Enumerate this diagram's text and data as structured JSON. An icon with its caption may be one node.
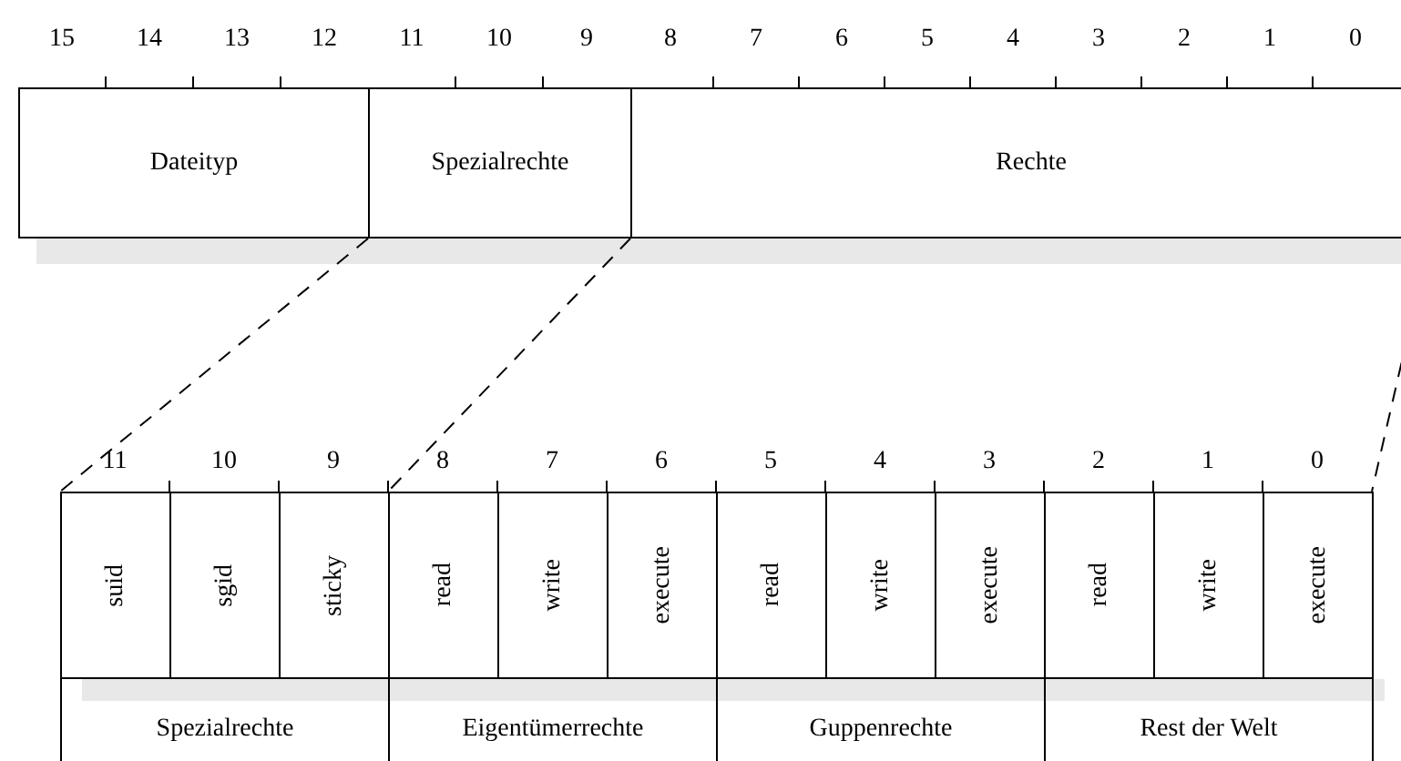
{
  "diagram": {
    "nodes": [
      {
        "text": [
          "Dateityp"
        ]
      },
      {
        "text": [
          "Spezialrechte"
        ]
      },
      {
        "text": [
          "Rechte"
        ]
      },
      {
        "text": [
          "suid"
        ]
      },
      {
        "text": [
          "sgid"
        ]
      },
      {
        "text": [
          "sticky"
        ]
      },
      {
        "text": [
          "read"
        ]
      },
      {
        "text": [
          "write"
        ]
      },
      {
        "text": [
          "execute"
        ]
      },
      {
        "text": [
          "read"
        ]
      },
      {
        "text": [
          "write"
        ]
      },
      {
        "text": [
          "execute"
        ]
      },
      {
        "text": [
          "read"
        ]
      },
      {
        "text": [
          "write"
        ]
      },
      {
        "text": [
          "execute"
        ]
      },
      {
        "text": [
          "Spezialrechte"
        ]
      },
      {
        "text": [
          "Eigentümerrechte"
        ]
      },
      {
        "text": [
          "Guppenrechte"
        ]
      },
      {
        "text": [
          "Rest der Welt"
        ]
      }
    ],
    "edges": [
      {
        "from": 1,
        "to": 3,
        "arrow": "none",
        "style": "dashed"
      },
      {
        "from": 1,
        "to": 5,
        "arrow": "none",
        "style": "dashed"
      },
      {
        "from": 2,
        "to": 14,
        "arrow": "none",
        "style": "dashed"
      }
    ],
    "labels": [
      "15",
      "14",
      "13",
      "12",
      "11",
      "10",
      "9",
      "8",
      "7",
      "6",
      "5",
      "4",
      "3",
      "2",
      "1",
      "0",
      "11",
      "10",
      "9",
      "8",
      "7",
      "6",
      "5",
      "4",
      "3",
      "2",
      "1",
      "0"
    ]
  }
}
